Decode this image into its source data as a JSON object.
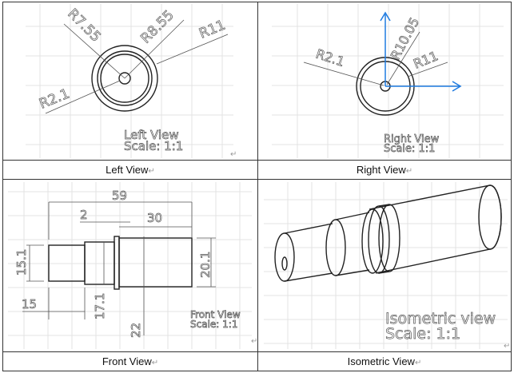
{
  "cells": [
    {
      "caption": "Left View",
      "drawing_title": "Left View",
      "drawing_scale": "Scale: 1:1",
      "dims": [
        "R7.55",
        "R8.55",
        "R11",
        "R2.1"
      ]
    },
    {
      "caption": "Right View",
      "drawing_title": "Right View",
      "drawing_scale": "Scale: 1:1",
      "dims": [
        "R2.1",
        "R10.05",
        "R11"
      ]
    },
    {
      "caption": "Front View",
      "drawing_title": "Front View",
      "drawing_scale": "Scale: 1:1",
      "dims": [
        "59",
        "2",
        "30",
        "15.1",
        "15",
        "17.1",
        "22",
        "20.1"
      ]
    },
    {
      "caption": "Isometric View",
      "drawing_title": "Isometric view",
      "drawing_scale": "Scale: 1:1",
      "dims": []
    }
  ],
  "paragraph_mark": "↵",
  "colors": {
    "axis_blue": "#1e7be0",
    "border": "#333333"
  }
}
